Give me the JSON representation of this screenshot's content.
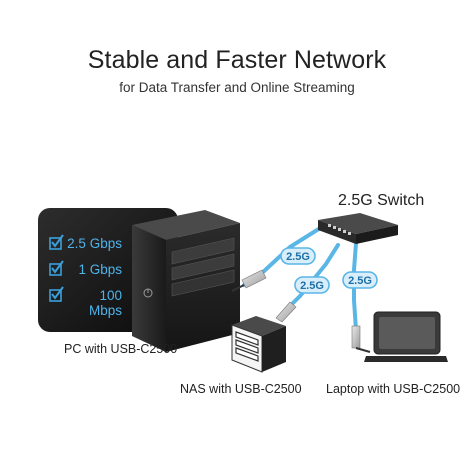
{
  "title": "Stable and Faster Network",
  "subtitle": "for Data Transfer and Online Streaming",
  "switch_label": "2.5G Switch",
  "pc_label": "PC with USB-C2500",
  "nas_label": "NAS with USB-C2500",
  "laptop_label": "Laptop with USB-C2500",
  "speeds": [
    {
      "value": "2.5",
      "unit": "Gbps"
    },
    {
      "value": "1",
      "unit": "Gbps"
    },
    {
      "value": "100",
      "unit": "Mbps"
    }
  ],
  "link_badges": [
    "2.5G",
    "2.5G",
    "2.5G"
  ],
  "colors": {
    "cable": "#5ab6e6",
    "badge_fill": "#d8eefa",
    "badge_stroke": "#5ab6e6",
    "speed_text": "#4fb3ea",
    "check": "#3aa0dc"
  }
}
